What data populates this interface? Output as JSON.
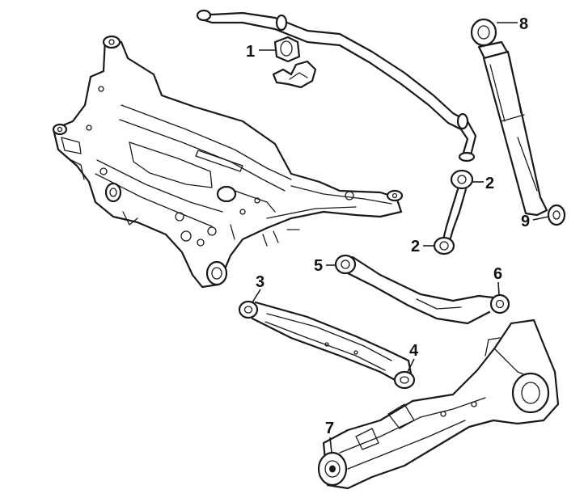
{
  "callouts": [
    {
      "id": "c1",
      "label": "1"
    },
    {
      "id": "c2a",
      "label": "2"
    },
    {
      "id": "c2b",
      "label": "2"
    },
    {
      "id": "c3",
      "label": "3"
    },
    {
      "id": "c4",
      "label": "4"
    },
    {
      "id": "c5",
      "label": "5"
    },
    {
      "id": "c6",
      "label": "6"
    },
    {
      "id": "c7",
      "label": "7"
    },
    {
      "id": "c8",
      "label": "8"
    },
    {
      "id": "c9",
      "label": "9"
    }
  ],
  "colors": {
    "line": "#1a1a1a",
    "background": "#ffffff",
    "text": "#111111"
  }
}
